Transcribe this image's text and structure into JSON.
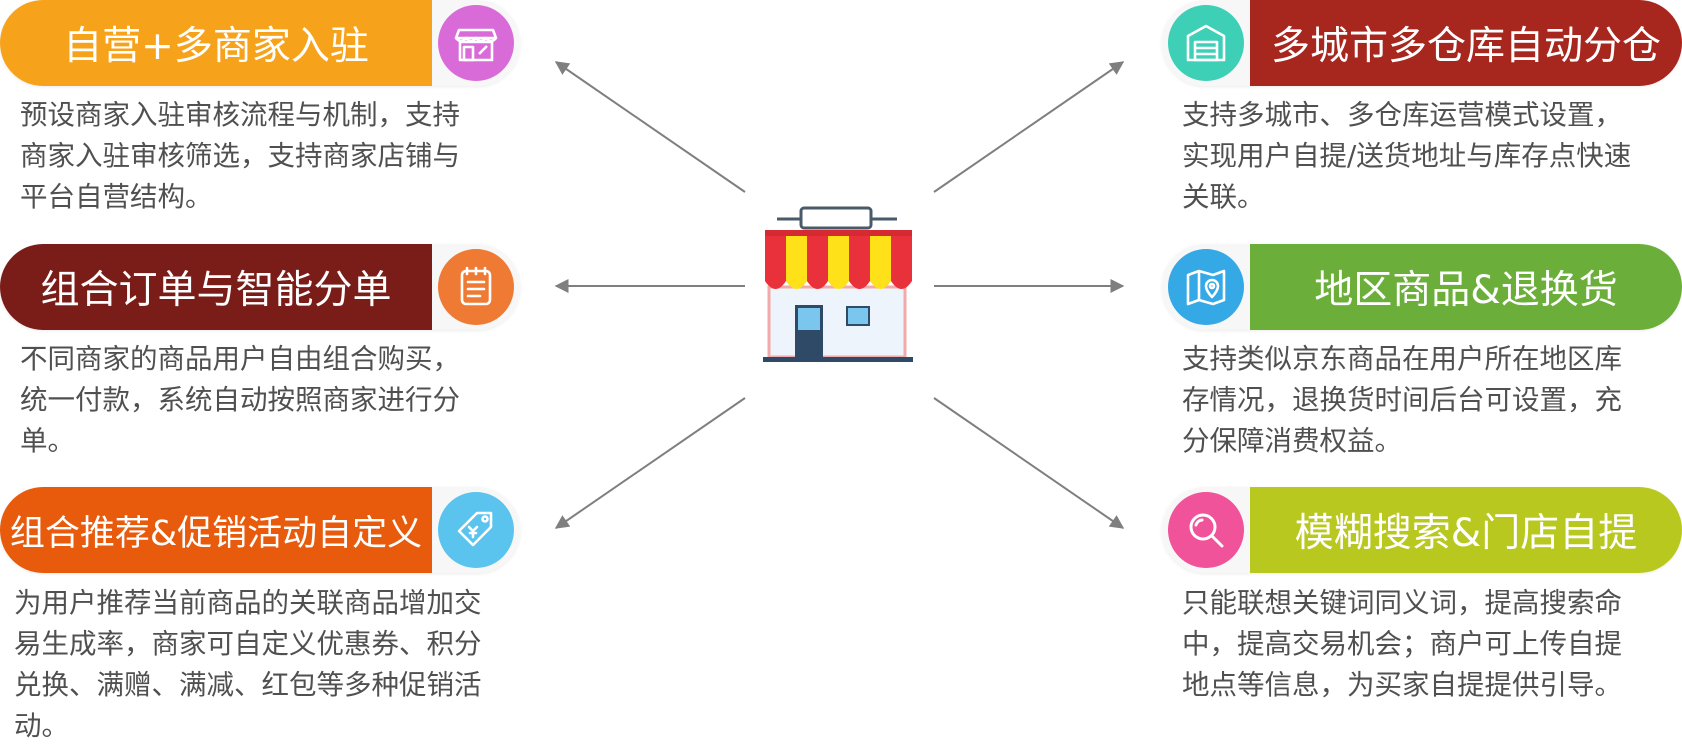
{
  "center_icon": "storefront-icon",
  "colors": {
    "arrow": "#7f7f7f",
    "text": "#505050"
  },
  "left": [
    {
      "title": "自营+多商家入驻",
      "icon": "shop-icon",
      "bar_color": "#F7A21B",
      "icon_color": "#D96BD9",
      "desc": "预设商家入驻审核流程与机制，支持\n商家入驻审核筛选，支持商家店铺与\n平台自营结构。"
    },
    {
      "title": "组合订单与智能分单",
      "icon": "order-list-icon",
      "bar_color": "#7A1D18",
      "icon_color": "#EE7A33",
      "desc": "不同商家的商品用户自由组合购买，\n统一付款，系统自动按照商家进行分\n单。"
    },
    {
      "title": "组合推荐&促销活动自定义",
      "icon": "price-tag-icon",
      "bar_color": "#E85A0C",
      "icon_color": "#5BC4EE",
      "desc": "为用户推荐当前商品的关联商品增加交\n易生成率，商家可自定义优惠券、积分\n兑换、满赠、满减、红包等多种促销活\n动。"
    }
  ],
  "right": [
    {
      "title": "多城市多仓库自动分仓",
      "icon": "warehouse-icon",
      "bar_color": "#A7261E",
      "icon_color": "#3DD0B6",
      "desc": "支持多城市、多仓库运营模式设置，\n实现用户自提/送货地址与库存点快速\n关联。"
    },
    {
      "title": "地区商品&退换货",
      "icon": "map-pin-icon",
      "bar_color": "#6BAF3A",
      "icon_color": "#35A8E6",
      "desc": "支持类似京东商品在用户所在地区库\n存情况，退换货时间后台可设置，充\n分保障消费权益。"
    },
    {
      "title": "模糊搜索&门店自提",
      "icon": "search-icon",
      "bar_color": "#B9C81E",
      "icon_color": "#F0539A",
      "desc": "只能联想关键词同义词，提高搜索命\n中，提高交易机会；商户可上传自提\n地点等信息，为买家自提提供引导。"
    }
  ]
}
